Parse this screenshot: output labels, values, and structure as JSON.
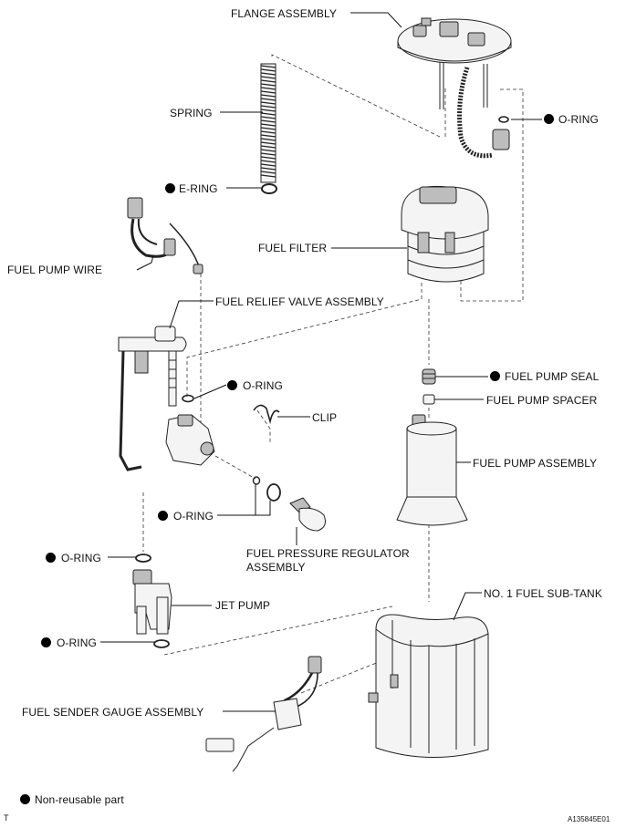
{
  "labels": {
    "flange_assembly": "FLANGE ASSEMBLY",
    "spring": "SPRING",
    "o_ring_top": "O-RING",
    "e_ring": "E-RING",
    "fuel_filter": "FUEL FILTER",
    "fuel_pump_wire": "FUEL PUMP WIRE",
    "fuel_relief_valve_assembly": "FUEL RELIEF VALVE ASSEMBLY",
    "o_ring_relief": "O-RING",
    "fuel_pump_seal": "FUEL PUMP SEAL",
    "fuel_pump_spacer": "FUEL PUMP SPACER",
    "clip": "CLIP",
    "fuel_pump_assembly": "FUEL PUMP ASSEMBLY",
    "o_ring_regulator": "O-RING",
    "fuel_pressure_regulator_line1": "FUEL PRESSURE REGULATOR",
    "fuel_pressure_regulator_line2": "ASSEMBLY",
    "o_ring_jet_top": "O-RING",
    "no1_fuel_sub_tank": "NO. 1 FUEL SUB-TANK",
    "jet_pump": "JET PUMP",
    "o_ring_jet_bottom": "O-RING",
    "fuel_sender_gauge_assembly": "FUEL SENDER GAUGE ASSEMBLY"
  },
  "legend": {
    "non_reusable": "Non-reusable part",
    "marker_color": "#000000"
  },
  "footer": {
    "left_mark": "T",
    "figure_code": "A135845E01"
  }
}
